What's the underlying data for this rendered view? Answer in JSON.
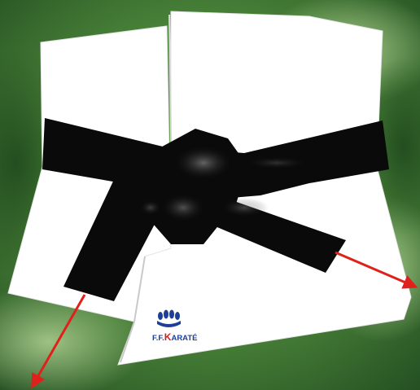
{
  "logo": {
    "prefix": "F.F.",
    "k_letter": "K",
    "suffix": "ARATÉ"
  },
  "colors": {
    "gi_white": "#ffffff",
    "belt_black": "#0a0a0a",
    "arrow_red": "#e0201a",
    "logo_blue": "#1d3f95",
    "logo_red": "#d42020",
    "background_green": "#4f8a3c"
  }
}
